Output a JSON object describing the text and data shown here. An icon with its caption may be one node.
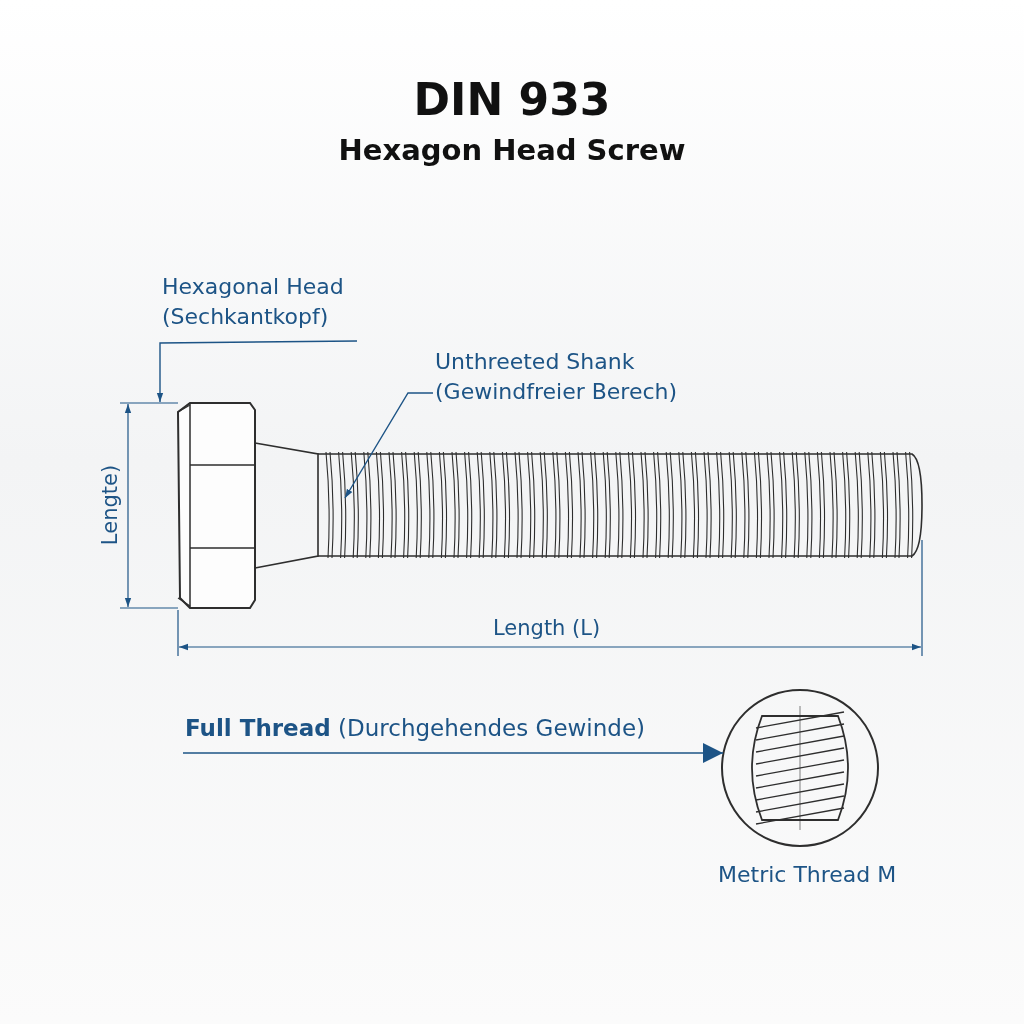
{
  "diagram": {
    "title": "DIN 933",
    "nodes": [
      {
        "text": [
          "Hexagonal Head (Sechkantkopf)"
        ]
      },
      {
        "text": [],
        "shape": "picture"
      },
      {
        "text": [
          "Unthreeted Shank (Gewindfreier Berech)"
        ]
      },
      {
        "text": [],
        "shape": "picture"
      },
      {
        "text": [
          "**Full Thread** (Durchgehendes Gewinde)"
        ]
      },
      {
        "text": [],
        "shape": "circle",
        "beside": [
          "Metric Thread M"
        ]
      }
    ],
    "edges": [
      {
        "from": 0,
        "to": 1,
        "arrow": "to"
      },
      {
        "from": 2,
        "to": 3,
        "arrow": "to"
      },
      {
        "from": 4,
        "to": 5,
        "arrow": "to"
      }
    ],
    "labels": [
      "Hexagon Head Screw",
      "Lengte)",
      "Length (L)"
    ]
  }
}
